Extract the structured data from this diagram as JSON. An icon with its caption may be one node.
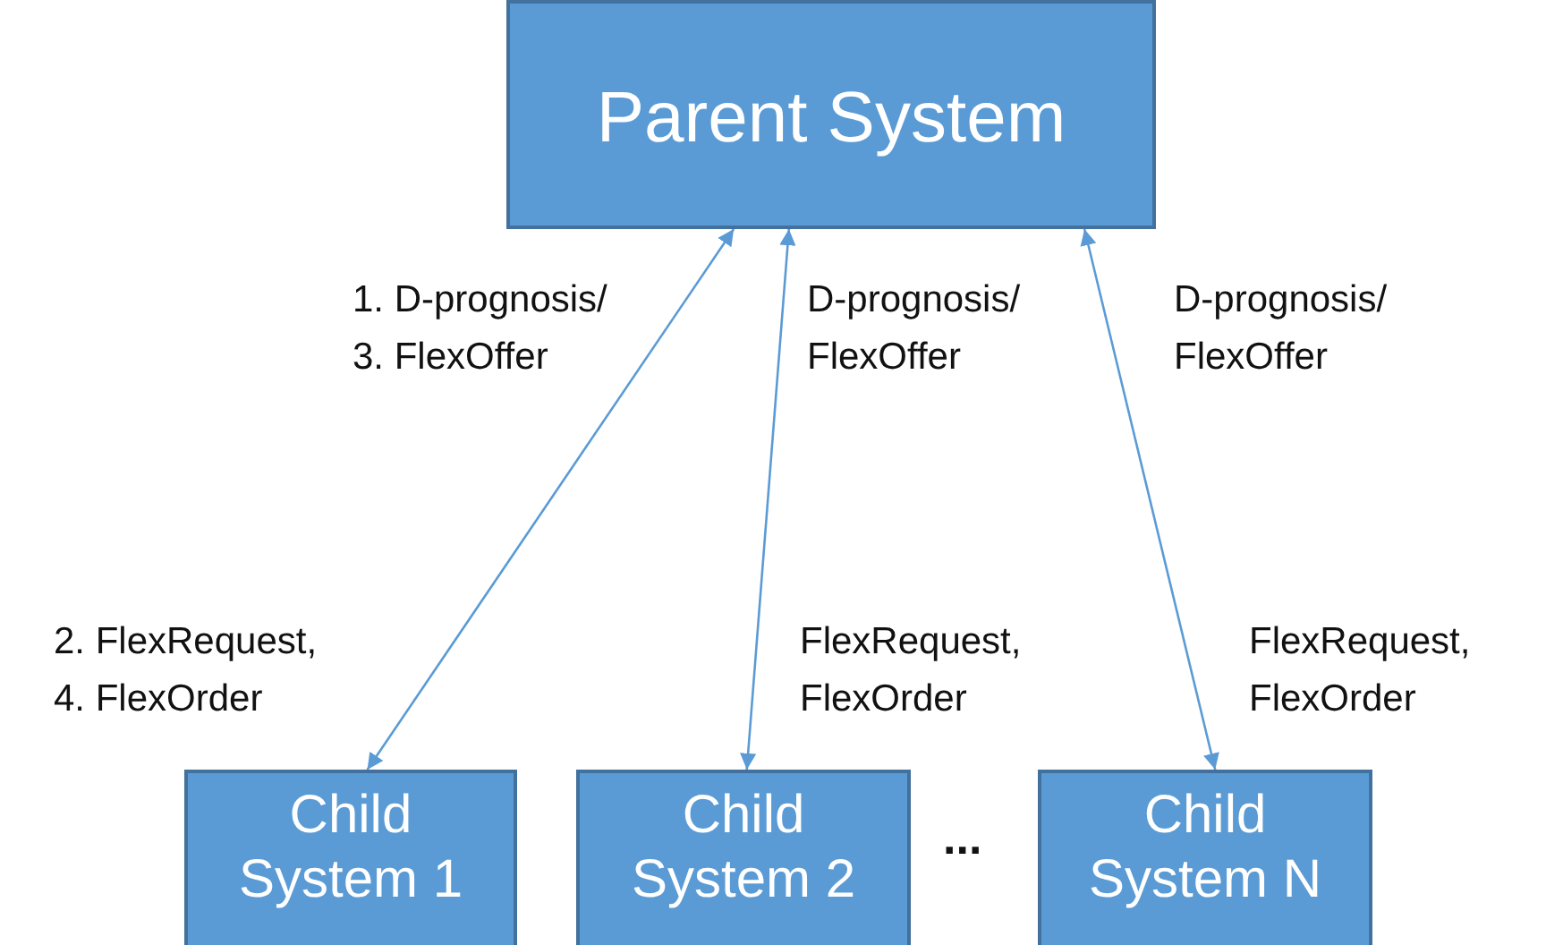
{
  "diagram": {
    "nodes": [
      {
        "text": [
          "Parent System"
        ]
      },
      {
        "text": [
          "Child System 1"
        ]
      },
      {
        "text": [
          "Child System 2"
        ]
      },
      {
        "text": [
          "Child System N"
        ]
      }
    ],
    "edges": [
      {
        "from": 0,
        "to": 1,
        "arrow": "both"
      },
      {
        "from": 0,
        "to": 2,
        "arrow": "both"
      },
      {
        "from": 0,
        "to": 3,
        "arrow": "both"
      }
    ],
    "labels": [
      "1. D-prognosis/ 3. FlexOffer",
      "D-prognosis/ FlexOffer",
      "D-prognosis/ FlexOffer",
      "2. FlexRequest, 4. FlexOrder",
      "FlexRequest, FlexOrder",
      "FlexRequest, FlexOrder",
      "..."
    ]
  }
}
